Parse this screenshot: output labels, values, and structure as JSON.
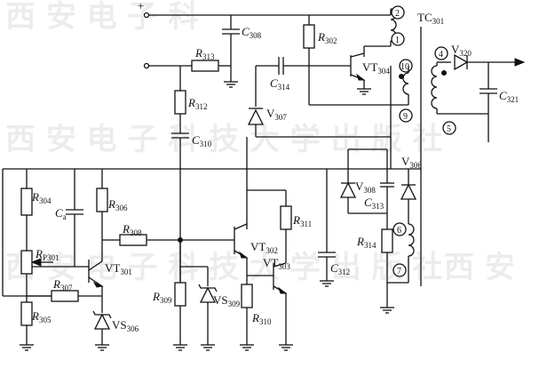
{
  "watermark": {
    "rows": [
      "西 安 电 子 科",
      "西 安 电 子 科 技 大 学 出 版 社",
      "西 安 电 子 科 技 大 学 出 版 社",
      "西 安"
    ]
  },
  "supply": {
    "plus": "+"
  },
  "transformer": {
    "name": "TC",
    "name_sub": "301"
  },
  "pins": [
    "2",
    "1",
    "10",
    "9",
    "4",
    "5",
    "6",
    "7"
  ],
  "capacitors": [
    {
      "id": "C",
      "sub": "308"
    },
    {
      "id": "C",
      "sub": "314"
    },
    {
      "id": "C",
      "sub": "310"
    },
    {
      "id": "C",
      "sub": "a"
    },
    {
      "id": "C",
      "sub": "312"
    },
    {
      "id": "C",
      "sub": "313"
    },
    {
      "id": "C",
      "sub": "321"
    }
  ],
  "resistors": [
    {
      "id": "R",
      "sub": "302"
    },
    {
      "id": "R",
      "sub": "313"
    },
    {
      "id": "R",
      "sub": "312"
    },
    {
      "id": "R",
      "sub": "304"
    },
    {
      "id": "R",
      "sub": "306"
    },
    {
      "id": "R",
      "sub": "308"
    },
    {
      "id": "R",
      "sub": "P301"
    },
    {
      "id": "R",
      "sub": "307"
    },
    {
      "id": "R",
      "sub": "305"
    },
    {
      "id": "R",
      "sub": "309"
    },
    {
      "id": "R",
      "sub": "310"
    },
    {
      "id": "R",
      "sub": "311"
    },
    {
      "id": "R",
      "sub": "314"
    }
  ],
  "transistors": [
    {
      "id": "VT",
      "sub": "304"
    },
    {
      "id": "VT",
      "sub": "301"
    },
    {
      "id": "VT",
      "sub": "302"
    },
    {
      "id": "VT",
      "sub": "303"
    }
  ],
  "diodes": [
    {
      "id": "V",
      "sub": "320"
    },
    {
      "id": "V",
      "sub": "307"
    },
    {
      "id": "V",
      "sub": "306"
    },
    {
      "id": "V",
      "sub": "308"
    },
    {
      "id": "VS",
      "sub": "306"
    },
    {
      "id": "VS",
      "sub": "309"
    }
  ]
}
